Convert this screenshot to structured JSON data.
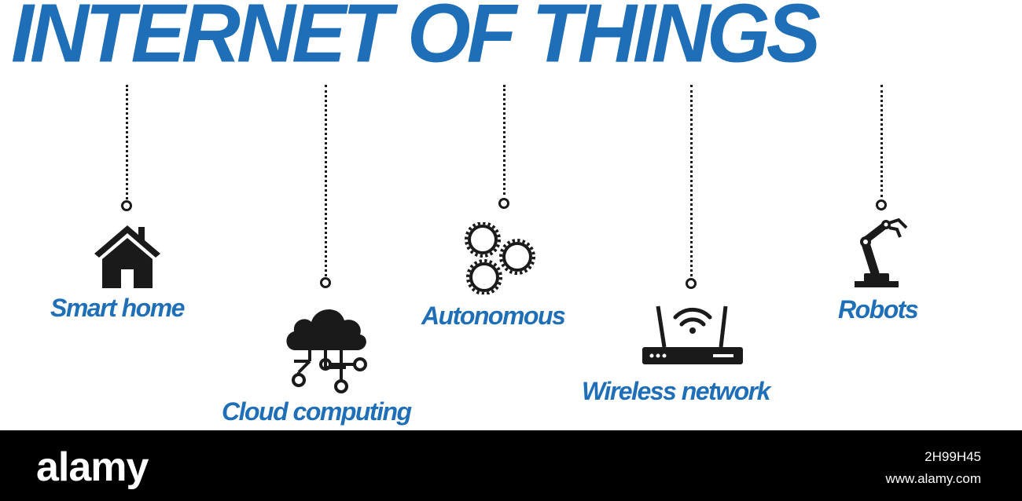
{
  "title": "INTERNET OF THINGS",
  "colors": {
    "accent": "#1f6fb8",
    "icon": "#1a1a1a",
    "footer": "#000000"
  },
  "items": [
    {
      "label": "Smart home",
      "icon": "house-icon"
    },
    {
      "label": "Cloud computing",
      "icon": "cloud-network-icon"
    },
    {
      "label": "Autonomous",
      "icon": "gears-icon"
    },
    {
      "label": "Wireless network",
      "icon": "wifi-router-icon"
    },
    {
      "label": "Robots",
      "icon": "robot-arm-icon"
    }
  ],
  "watermark": {
    "brand": "alamy",
    "image_id": "2H99H45",
    "site": "www.alamy.com"
  }
}
